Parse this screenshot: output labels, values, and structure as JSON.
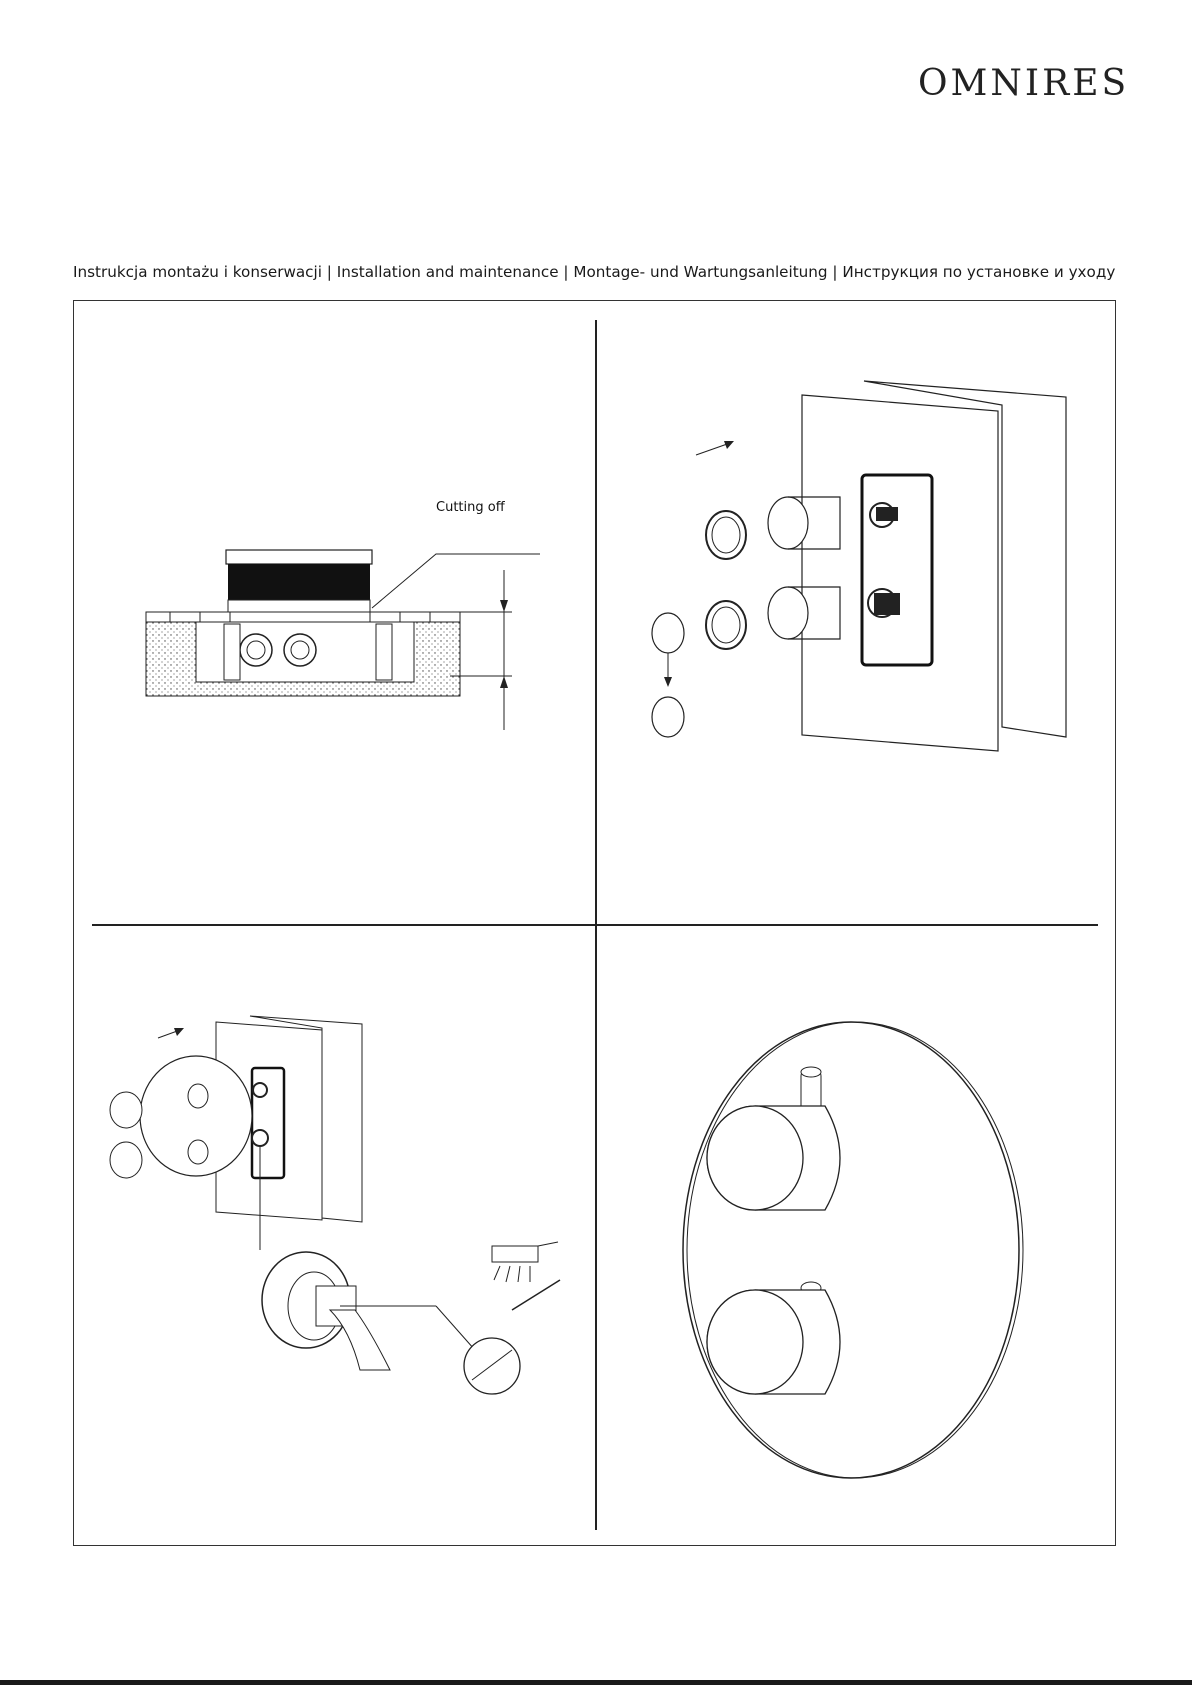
{
  "brand": {
    "name": "OMNIRES"
  },
  "header": {
    "title": "Instrukcja montażu i konserwacji | Installation and maintenance | Montage- und Wartungsanleitung | Инструкция по установке и уходу"
  },
  "steps": [
    {
      "label": "Cutting off"
    }
  ],
  "colors": {
    "line": "#222222",
    "background": "#ffffff"
  }
}
